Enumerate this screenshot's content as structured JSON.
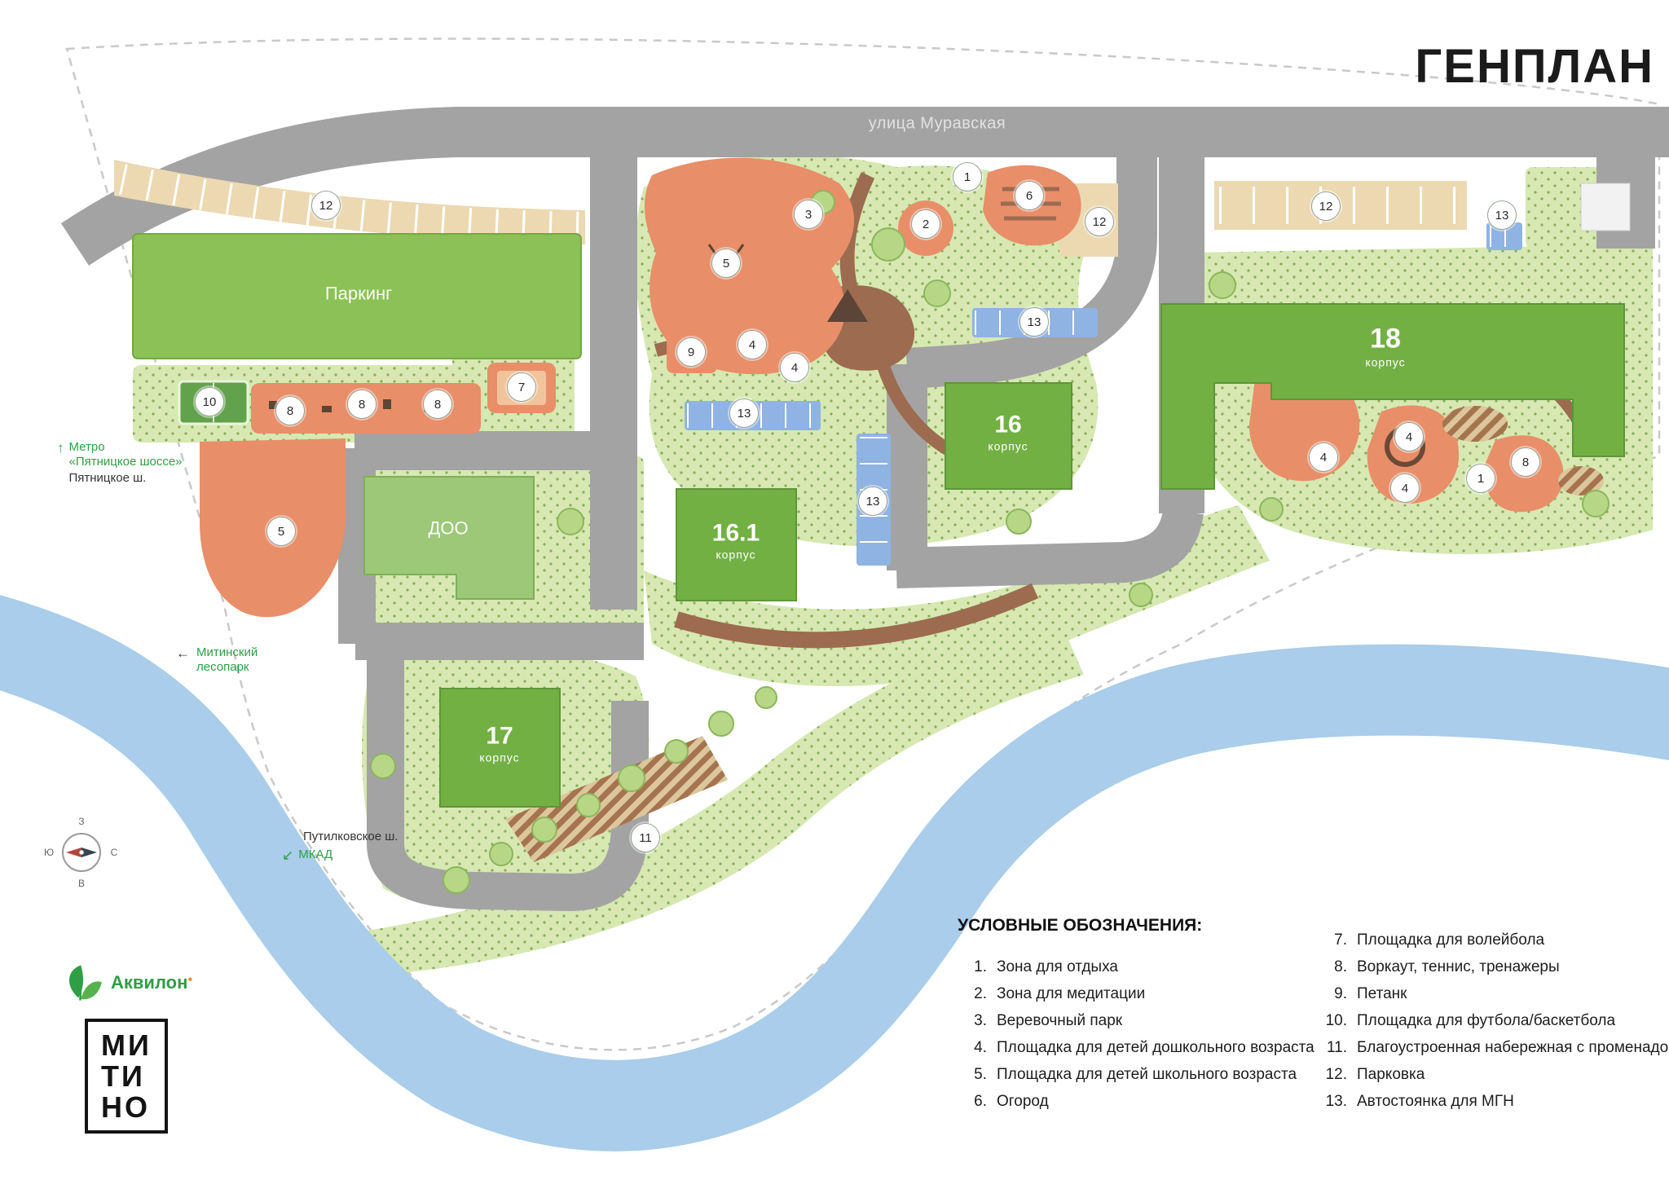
{
  "title": "ГЕНПЛАН",
  "street": "улица Муравская",
  "nav": {
    "metro": {
      "arrow": "↑",
      "line1": "Метро",
      "line2": "«Пятницкое шоссе»",
      "road": "Пятницкое ш."
    },
    "forest": {
      "arrow": "←",
      "line1": "Митинский",
      "line2": "лесопарк"
    },
    "south": {
      "road": "Путилковское ш.",
      "arrow": "↙",
      "mkad": "МКАД"
    }
  },
  "buildings": {
    "parking": {
      "label": "Паркинг"
    },
    "b18": {
      "num": "18",
      "sub": "корпус"
    },
    "b16": {
      "num": "16",
      "sub": "корпус"
    },
    "b161": {
      "num": "16.1",
      "sub": "корпус"
    },
    "b17": {
      "num": "17",
      "sub": "корпус"
    },
    "doo": {
      "label": "ДОО"
    }
  },
  "compass": {
    "top": "З",
    "left": "Ю",
    "right": "С",
    "bottom": "В"
  },
  "logo": {
    "brand": "Аквилон",
    "mark": "●",
    "lines": [
      "МИ",
      "ТИ",
      "НО"
    ]
  },
  "legend": {
    "heading": "УСЛОВНЫЕ ОБОЗНАЧЕНИЯ:",
    "items": [
      {
        "n": "1.",
        "label": "Зона для отдыха"
      },
      {
        "n": "2.",
        "label": "Зона для медитации"
      },
      {
        "n": "3.",
        "label": "Веревочный парк"
      },
      {
        "n": "4.",
        "label": "Площадка для детей дошкольного возраста"
      },
      {
        "n": "5.",
        "label": "Площадка для детей школьного возраста"
      },
      {
        "n": "6.",
        "label": "Огород"
      },
      {
        "n": "7.",
        "label": "Площадка для волейбола"
      },
      {
        "n": "8.",
        "label": "Воркаут, теннис, тренажеры"
      },
      {
        "n": "9.",
        "label": "Петанк"
      },
      {
        "n": "10.",
        "label": "Площадка для футбола/баскетбола"
      },
      {
        "n": "11.",
        "label": "Благоустроенная набережная с променадом"
      },
      {
        "n": "12.",
        "label": "Парковка"
      },
      {
        "n": "13.",
        "label": "Автостоянка для МГН"
      }
    ]
  },
  "markers": [
    {
      "n": "12"
    },
    {
      "n": "1"
    },
    {
      "n": "6"
    },
    {
      "n": "3"
    },
    {
      "n": "2"
    },
    {
      "n": "12"
    },
    {
      "n": "12"
    },
    {
      "n": "13"
    },
    {
      "n": "5"
    },
    {
      "n": "13"
    },
    {
      "n": "9"
    },
    {
      "n": "4"
    },
    {
      "n": "4"
    },
    {
      "n": "7"
    },
    {
      "n": "10"
    },
    {
      "n": "8"
    },
    {
      "n": "8"
    },
    {
      "n": "8"
    },
    {
      "n": "13"
    },
    {
      "n": "4"
    },
    {
      "n": "4"
    },
    {
      "n": "8"
    },
    {
      "n": "1"
    },
    {
      "n": "4"
    },
    {
      "n": "13"
    },
    {
      "n": "5"
    },
    {
      "n": "11"
    }
  ],
  "colors": {
    "brand_green": "#2f9e45",
    "building_green": "#72b043",
    "parking_building_green": "#8cc157",
    "doo_green": "#9cc878",
    "lawn_green": "#d7e8b2",
    "playground_salmon": "#e88e69",
    "road_gray": "#a3a3a3",
    "river_blue": "#a9cdea",
    "parking_tan": "#ecd9b2",
    "mgn_parking_blue": "#8fb3e2",
    "path_brown": "#9c6b50"
  }
}
